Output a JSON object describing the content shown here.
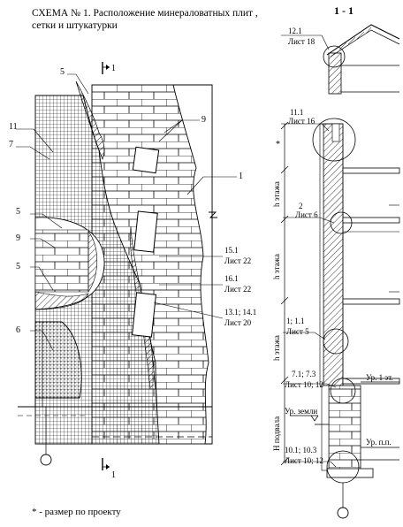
{
  "title_line1": "СХЕМА № 1. Расположение минераловатных плит ,",
  "title_line2": "сетки и штукатурки",
  "footnote": "* - размер по проекту",
  "section_label": "1 - 1",
  "cut_mark": "1",
  "callouts": {
    "c1": "1",
    "c5a": "5",
    "c5b": "5",
    "c5c": "5",
    "c6": "6",
    "c7": "7",
    "c9a": "9",
    "c9b": "9",
    "c11": "11"
  },
  "refs": {
    "r151_node": "15.1",
    "r151_sheet": "Лист 22",
    "r161_node": "16.1",
    "r161_sheet": "Лист 22",
    "r131_node": "13.1; 14.1",
    "r131_sheet": "Лист 20",
    "r121_node": "12.1",
    "r121_sheet": "Лист 18",
    "r111_node": "11.1",
    "r111_sheet": "Лист 16",
    "r2_node": "2",
    "r2_sheet": "Лист 6",
    "r11_node": "1; 1.1",
    "r11_sheet": "Лист 5",
    "r71_node": "7.1; 7.3",
    "r71_sheet": "Лист 10; 12",
    "r101_node": "10.1; 10.3",
    "r101_sheet": "Лист 10; 12"
  },
  "levels": {
    "floor1": "Ур. 1 эт.",
    "ground": "Ур. земли",
    "basement_floor": "Ур. п.п."
  },
  "dimensions": {
    "star": "*",
    "h_floor_1": "h этажа",
    "h_floor_2": "h этажа",
    "h_floor_3": "h этажа",
    "h_basement": "Н подвала"
  }
}
